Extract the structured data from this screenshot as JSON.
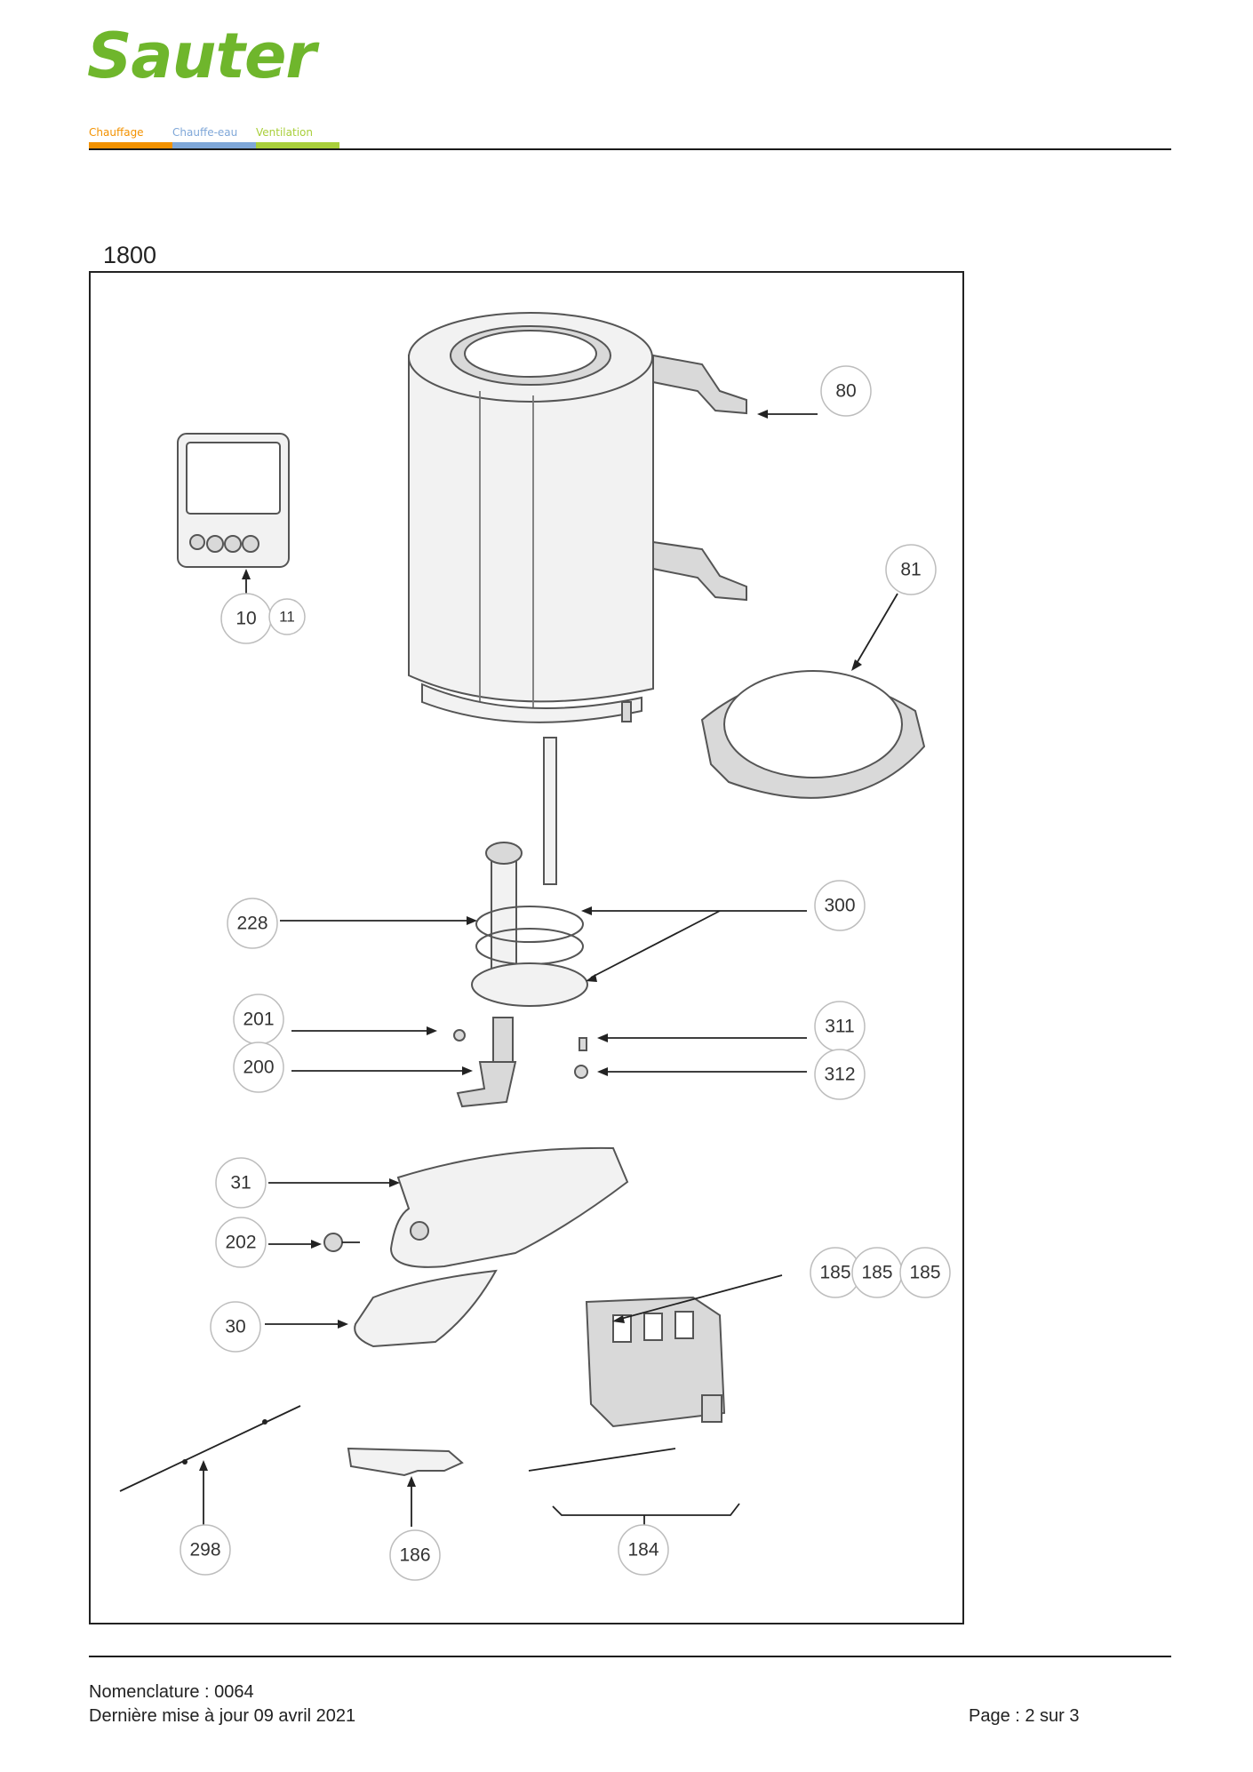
{
  "header": {
    "brand": "Sauter",
    "categories": [
      {
        "label": "Chauffage",
        "color": "#f39200"
      },
      {
        "label": "Chauffe-eau",
        "color": "#7fa7d8"
      },
      {
        "label": "Ventilation",
        "color": "#a9cf3b"
      }
    ],
    "brand_color": "#6fb62c"
  },
  "figure": {
    "title": "1800",
    "callouts": [
      "80",
      "81",
      "10",
      "11",
      "228",
      "300",
      "201",
      "200",
      "311",
      "312",
      "31",
      "202",
      "185",
      "185",
      "185",
      "30",
      "298",
      "186",
      "184"
    ]
  },
  "footer": {
    "nomenclature": "Nomenclature : 0064",
    "updated": "Dernière mise à jour 09 avril 2021",
    "page": "Page : 2 sur 3"
  }
}
